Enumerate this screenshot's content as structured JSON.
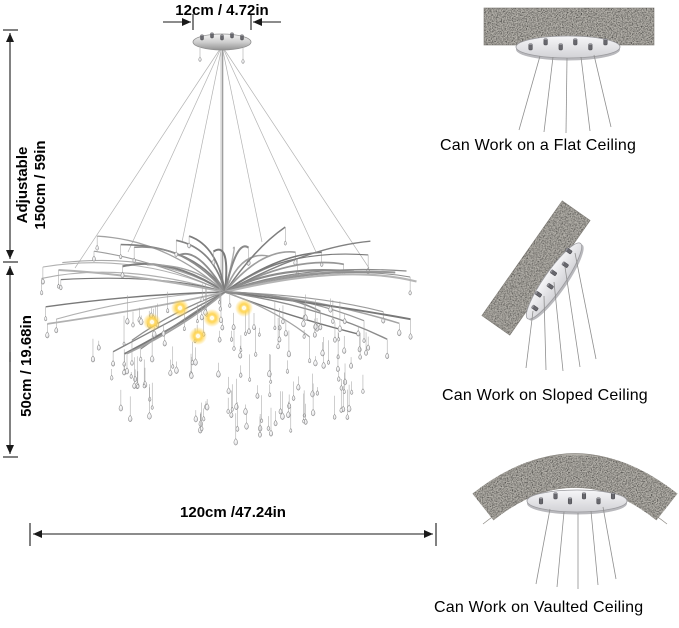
{
  "dimensions": {
    "canopy_width": "12cm / 4.72in",
    "adjustable_line1": "Adjustable",
    "adjustable_line2": "150cm / 59in",
    "fixture_height": "50cm / 19.68in",
    "fixture_width": "120cm /47.24in"
  },
  "captions": {
    "flat_ceiling": "Can Work on a Flat Ceiling",
    "sloped_ceiling": "Can Work on Sloped Ceiling",
    "vaulted_ceiling": "Can Work on Vaulted Ceiling"
  },
  "colors": {
    "dimension_line": "#1a1a1a",
    "branch_silver": "#a0a0a0",
    "crystal_fill": "#ededef",
    "crystal_stroke": "#8c8c8c",
    "ceiling_texture": "#b4b1aa",
    "plate_fill": "#ececee",
    "light_glow": "#ffd34d",
    "cable": "#b3b3b3"
  }
}
